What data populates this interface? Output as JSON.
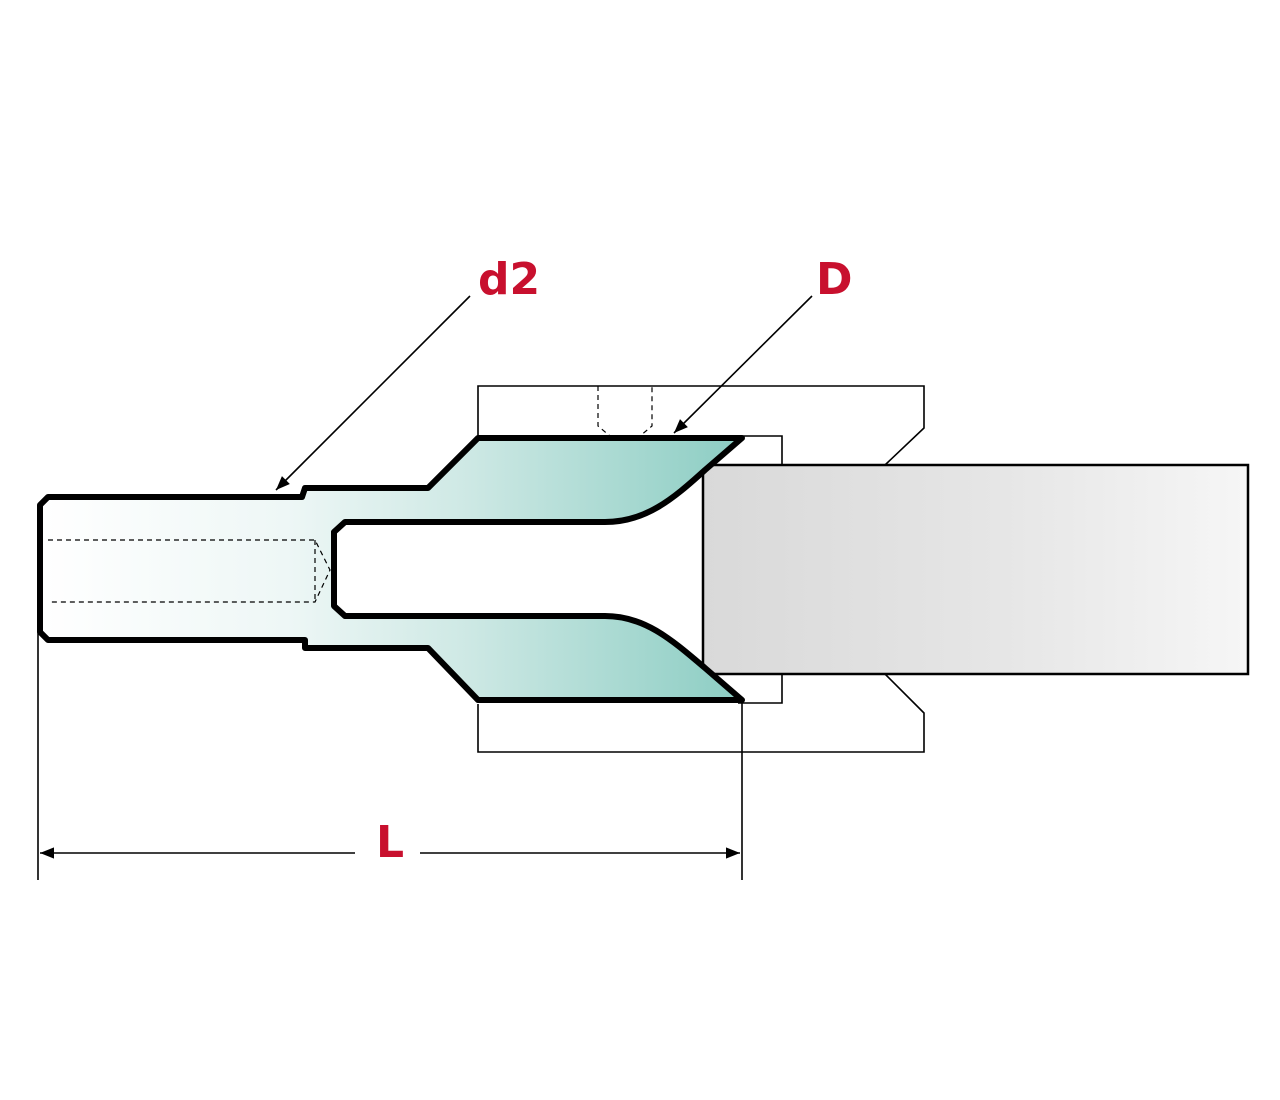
{
  "labels": {
    "d2": "d2",
    "D": "D",
    "L": "L"
  },
  "colors": {
    "label": "#c8102e",
    "outline": "#000000",
    "cutter_fill_dark": "#8ccdc3",
    "cutter_fill_light": "#ffffff",
    "shaft_fill_dark": "#d9d9d9",
    "shaft_fill_light": "#f4f4f4"
  }
}
